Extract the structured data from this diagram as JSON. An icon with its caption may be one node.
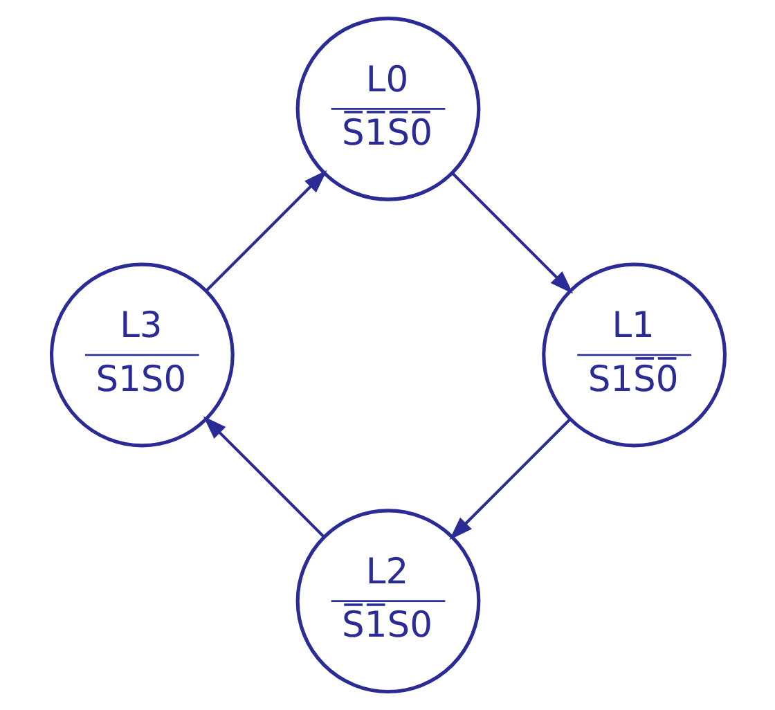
{
  "diagram": {
    "nodes": [
      {
        "text": [
          "L0",
          "S̅1̅S̅0̅"
        ]
      },
      {
        "text": [
          "L1",
          "S1S̅0̅"
        ]
      },
      {
        "text": [
          "L2",
          "S̅1̅S0"
        ]
      },
      {
        "text": [
          "L3",
          "S1S0"
        ]
      }
    ],
    "edges": [
      {
        "from": 0,
        "to": 1,
        "arrow": "to"
      },
      {
        "from": 1,
        "to": 2,
        "arrow": "to"
      },
      {
        "from": 2,
        "to": 3,
        "arrow": "to"
      },
      {
        "from": 3,
        "to": 0,
        "arrow": "to"
      }
    ]
  }
}
